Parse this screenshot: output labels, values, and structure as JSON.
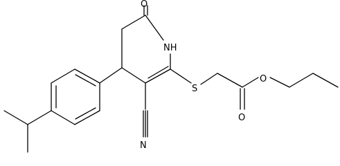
{
  "molecule": {
    "atoms": {
      "carbonyl_oxygen": "O",
      "ring_nitrogen": "NH",
      "thioether_sulfur": "S",
      "nitrile_nitrogen": "N",
      "ester_carbonyl_oxygen": "O",
      "ester_oxygen": "O"
    }
  }
}
